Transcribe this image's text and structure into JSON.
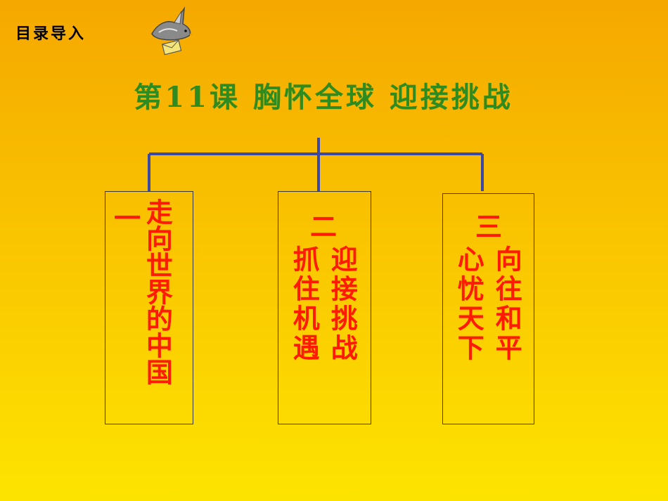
{
  "nav": {
    "toc_link": "目录导入"
  },
  "title": "第11课  胸怀全球 迎接挑战",
  "boxes": [
    {
      "head": "一",
      "rest": "走向世界的中国"
    },
    {
      "head": "二",
      "columns": [
        "迎接挑战",
        "抓住机遇"
      ]
    },
    {
      "head": "三",
      "columns": [
        "向往和平",
        "心忧天下"
      ]
    }
  ],
  "colors": {
    "title": "#2e8b1f",
    "box_text": "#ff1a00",
    "connector": "#3b4aa0"
  }
}
